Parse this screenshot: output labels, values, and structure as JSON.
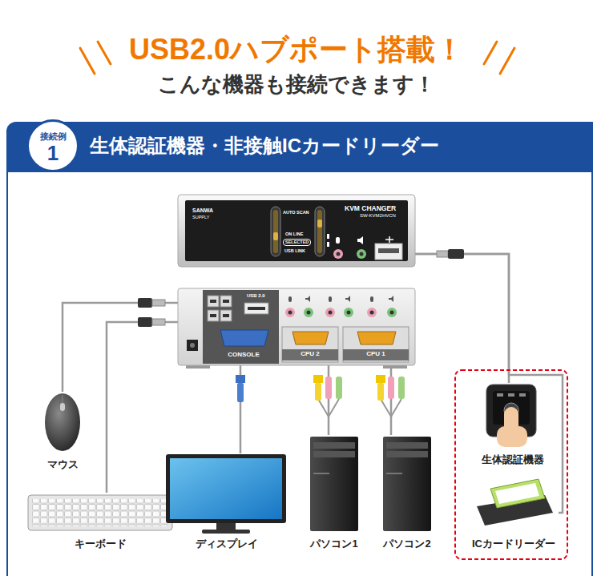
{
  "diagram": {
    "title": "USB2.0ハブポート搭載！",
    "nodes": [
      {
        "text": [
          "生体認証機器・非接触ICカードリーダー"
        ]
      },
      {
        "text": [
          "接続例",
          "1"
        ],
        "in": 0
      },
      {
        "text": [
          "KVM CHANGER",
          "SW-KVM2HVCN"
        ]
      },
      {
        "text": [
          "USB 2.0"
        ]
      },
      {
        "text": [
          "CONSOLE"
        ],
        "in": 3
      },
      {
        "text": [
          "CPU 2"
        ],
        "in": 3
      },
      {
        "text": [
          "CPU 1"
        ],
        "in": 3
      },
      {
        "text": [
          "マウス"
        ]
      },
      {
        "text": [
          "キーボード"
        ]
      },
      {
        "text": [
          "ディスプレイ"
        ]
      },
      {
        "text": [
          "パソコン1"
        ]
      },
      {
        "text": [
          "パソコン2"
        ]
      },
      {
        "text": [
          "生体認証機器"
        ]
      },
      {
        "text": [
          "ICカードリーダー"
        ]
      }
    ],
    "edges": [
      {
        "from": 7,
        "to": 3,
        "arrow": "none"
      },
      {
        "from": 8,
        "to": 3,
        "arrow": "none"
      },
      {
        "from": 9,
        "to": 4,
        "arrow": "none"
      },
      {
        "from": 10,
        "to": 5,
        "arrow": "none"
      },
      {
        "from": 11,
        "to": 6,
        "arrow": "none"
      },
      {
        "from": 2,
        "to": 12,
        "arrow": "none"
      },
      {
        "from": 2,
        "to": 13,
        "arrow": "none"
      }
    ],
    "labels": [
      "こんな機器も接続できます！",
      "SANWA",
      "SUPPLY",
      "AUTO SCAN",
      "ON LINE",
      "SELECTED",
      "USB LINK"
    ]
  }
}
